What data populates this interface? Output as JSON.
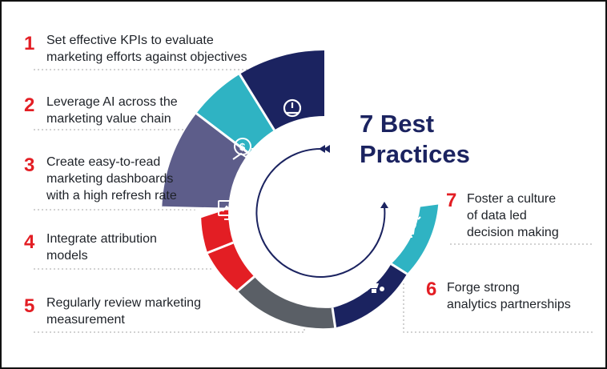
{
  "title": "7 Best\nPractices",
  "colors": {
    "number_red": "#e31e24",
    "navy": "#1b2360",
    "teal": "#2fb3c3",
    "slate": "#5d5d8a",
    "red": "#e31e24",
    "grey": "#5a5f66",
    "leader": "#b8b8b8"
  },
  "practices": [
    {
      "number": "1",
      "text": "Set effective KPIs to evaluate\nmarketing efforts against objectives",
      "icon": "speedometer-icon",
      "color": "navy"
    },
    {
      "number": "2",
      "text": "Leverage AI across the\nmarketing value chain",
      "icon": "dollar-growth-icon",
      "color": "teal"
    },
    {
      "number": "3",
      "text": "Create easy-to-read\nmarketing dashboards\nwith a high refresh rate",
      "icon": "dashboard-monitor-icon",
      "color": "slate"
    },
    {
      "number": "4",
      "text": "Integrate attribution\nmodels",
      "icon": "network-hub-icon",
      "color": "red"
    },
    {
      "number": "5",
      "text": "Regularly review marketing\nmeasurement",
      "icon": "gear-check-icon",
      "color": "grey"
    },
    {
      "number": "6",
      "text": "Forge strong\nanalytics partnerships",
      "icon": "people-network-icon",
      "color": "navy"
    },
    {
      "number": "7",
      "text": "Foster a culture\nof data led\ndecision making",
      "icon": "lightbulb-icon",
      "color": "teal"
    }
  ]
}
